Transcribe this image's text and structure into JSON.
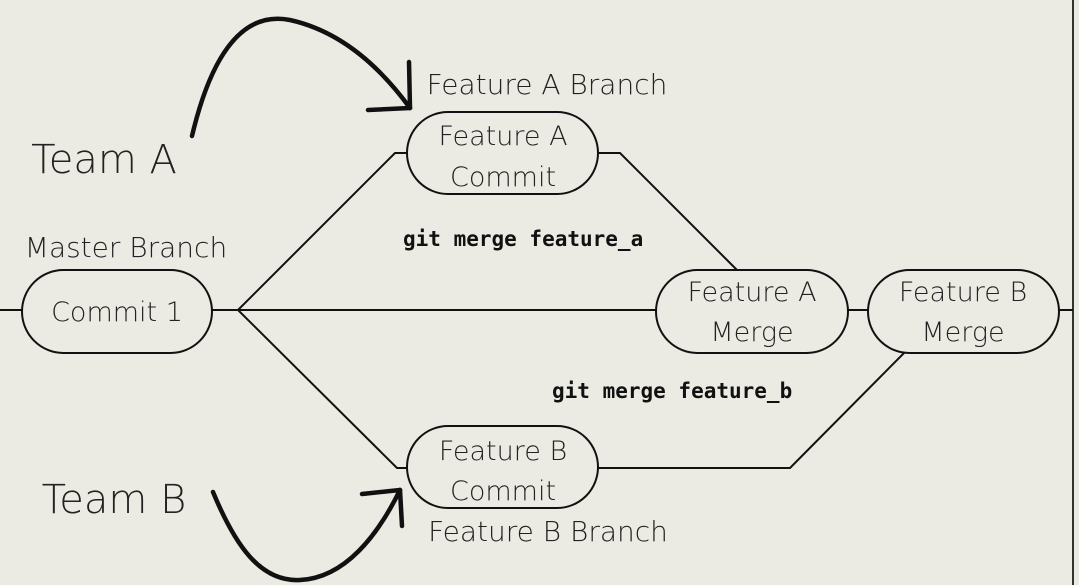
{
  "diagram": {
    "teams": {
      "team_a": "Team A",
      "team_b": "Team B"
    },
    "branches": {
      "master": "Master Branch",
      "feature_a": "Feature A Branch",
      "feature_b": "Feature B Branch"
    },
    "nodes": {
      "commit_1": "Commit 1",
      "feature_a_commit": [
        "Feature A",
        "Commit"
      ],
      "feature_b_commit": [
        "Feature B",
        "Commit"
      ],
      "feature_a_merge": [
        "Feature A",
        "Merge"
      ],
      "feature_b_merge": [
        "Feature B",
        "Merge"
      ]
    },
    "commands": {
      "merge_a": "git merge feature_a",
      "merge_b": "git merge feature_b"
    }
  }
}
